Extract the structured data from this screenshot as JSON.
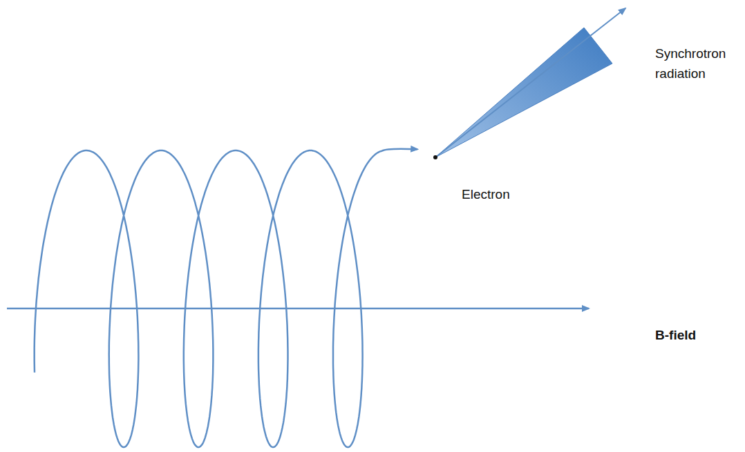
{
  "diagram": {
    "labels": [
      "Synchrotron radiation",
      "Electron",
      "B-field"
    ]
  }
}
